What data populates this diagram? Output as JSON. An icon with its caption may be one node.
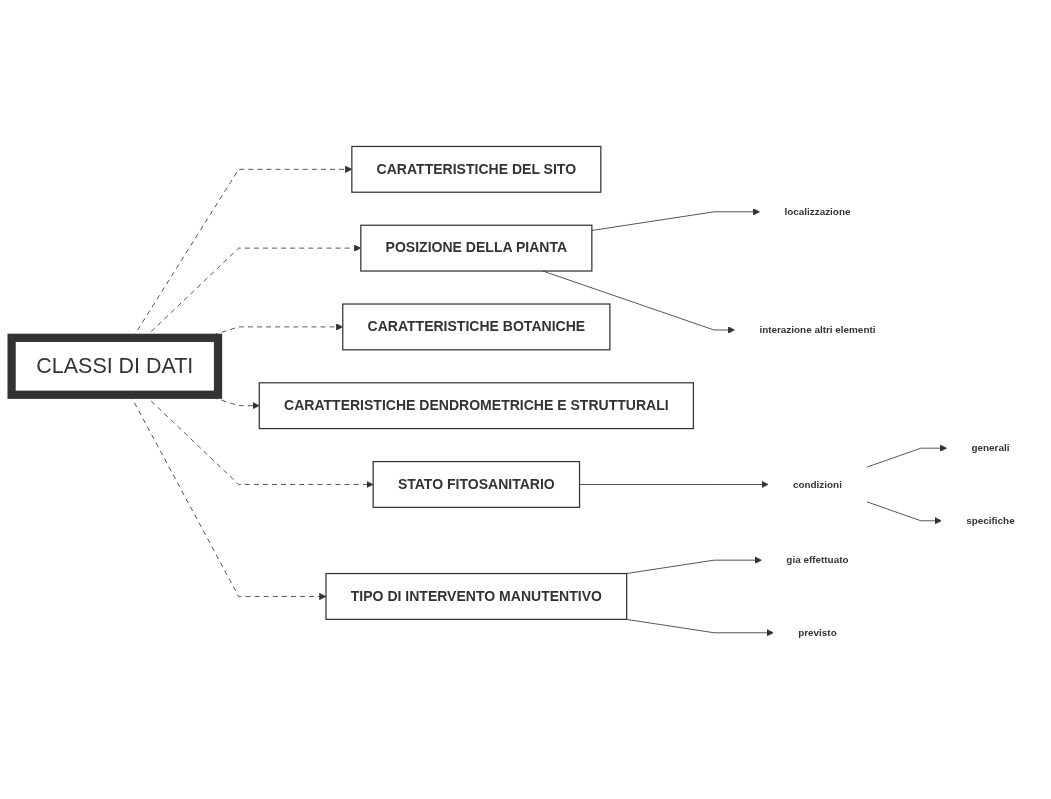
{
  "diagram": {
    "nodes": [
      {
        "text": [
          "CLASSI DI DATI"
        ]
      },
      {
        "text": [
          "CARATTERISTICHE DEL SITO"
        ]
      },
      {
        "text": [
          "POSIZIONE DELLA PIANTA"
        ]
      },
      {
        "text": [
          "localizzazione"
        ]
      },
      {
        "text": [
          "interazione altri elementi"
        ]
      },
      {
        "text": [
          "CARATTERISTICHE BOTANICHE"
        ]
      },
      {
        "text": [
          "CARATTERISTICHE DENDROMETRICHE E STRUTTURALI"
        ]
      },
      {
        "text": [
          "STATO FITOSANITARIO"
        ]
      },
      {
        "text": [
          "condizioni"
        ]
      },
      {
        "text": [
          "generali"
        ]
      },
      {
        "text": [
          "specifiche"
        ]
      },
      {
        "text": [
          "TIPO DI INTERVENTO MANUTENTIVO"
        ]
      },
      {
        "text": [
          "gia effettuato"
        ]
      },
      {
        "text": [
          "previsto"
        ]
      }
    ],
    "edges": [
      {
        "from": 0,
        "to": 1,
        "arrow": "to",
        "style": "dashed"
      },
      {
        "from": 0,
        "to": 2,
        "arrow": "to",
        "style": "dashed"
      },
      {
        "from": 2,
        "to": 3,
        "arrow": "to"
      },
      {
        "from": 2,
        "to": 4,
        "arrow": "to"
      },
      {
        "from": 0,
        "to": 5,
        "arrow": "to",
        "style": "dashed"
      },
      {
        "from": 0,
        "to": 6,
        "arrow": "to",
        "style": "dashed"
      },
      {
        "from": 0,
        "to": 7,
        "arrow": "to",
        "style": "dashed"
      },
      {
        "from": 7,
        "to": 8,
        "arrow": "to"
      },
      {
        "from": 8,
        "to": 9,
        "arrow": "to"
      },
      {
        "from": 8,
        "to": 10,
        "arrow": "to"
      },
      {
        "from": 0,
        "to": 11,
        "arrow": "to",
        "style": "dashed"
      },
      {
        "from": 11,
        "to": 12,
        "arrow": "to"
      },
      {
        "from": 11,
        "to": 13,
        "arrow": "to"
      }
    ]
  }
}
